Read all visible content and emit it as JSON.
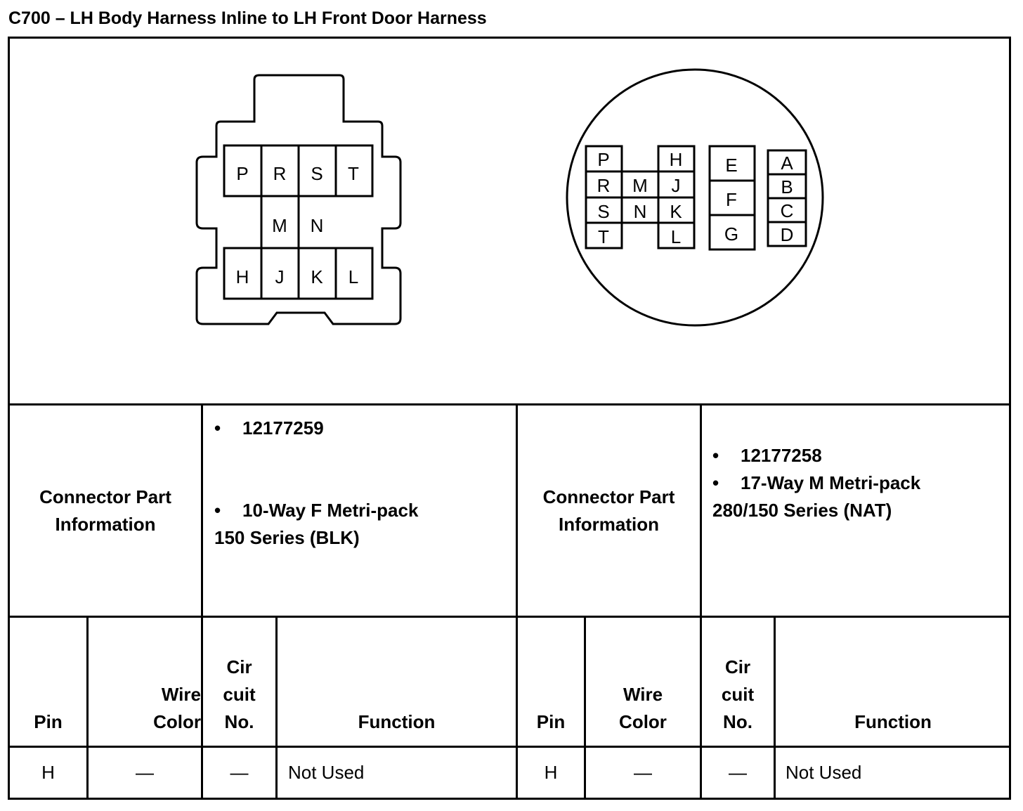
{
  "title": "C700 – LH Body Harness Inline to LH Front Door Harness",
  "connector_left": {
    "pins_top": [
      "P",
      "R",
      "S",
      "T"
    ],
    "pins_mid": [
      "M",
      "N"
    ],
    "pins_bottom": [
      "H",
      "J",
      "K",
      "L"
    ]
  },
  "connector_right": {
    "col1": [
      "P",
      "R",
      "S",
      "T"
    ],
    "col2": [
      "M",
      "N"
    ],
    "col3": [
      "H",
      "J",
      "K",
      "L"
    ],
    "col4": [
      "E",
      "F",
      "G"
    ],
    "col5": [
      "A",
      "B",
      "C",
      "D"
    ]
  },
  "info_label": "Connector Part Information",
  "left_info": {
    "part_number": "12177259",
    "desc_line1": "10-Way F Metri-pack",
    "desc_line2": "150 Series (BLK)"
  },
  "right_info": {
    "part_number": "12177258",
    "desc_line1": "17-Way M Metri-pack",
    "desc_line2": "280/150 Series (NAT)"
  },
  "bullet": "•",
  "headers": {
    "pin": "Pin",
    "wire_color_1": "Wire",
    "wire_color_2": "Color",
    "circuit_1": "Cir",
    "circuit_2": "cuit",
    "circuit_3": "No.",
    "function": "Function"
  },
  "rows_left": [
    {
      "pin": "H",
      "wire_color": "—",
      "circuit": "—",
      "function": "Not Used"
    }
  ],
  "rows_right": [
    {
      "pin": "H",
      "wire_color": "—",
      "circuit": "—",
      "function": "Not Used"
    }
  ]
}
